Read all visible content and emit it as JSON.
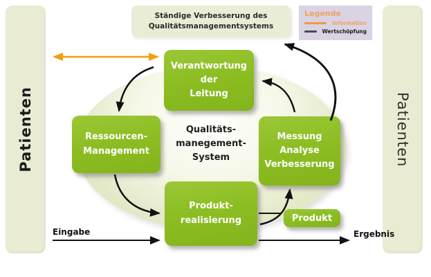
{
  "diagram": {
    "title_box": {
      "label": "Ständige Verbesserung des\nQualitätsmanagementsystems"
    },
    "left_bar": {
      "label": "Patienten"
    },
    "right_bar": {
      "label": "Patienten"
    },
    "legend": {
      "title": "Legende",
      "items": [
        {
          "label": "Information",
          "color": "#f29b38"
        },
        {
          "label": "Wertschöpfung",
          "color": "#4a4a55"
        }
      ]
    },
    "boxes": {
      "verantwortung": "Verantwortung\nder\nLeitung",
      "ressourcen": "Ressourcen-\nManagement",
      "messung": "Messung\nAnalyse\nVerbesserung",
      "produktrealisierung": "Produkt-\nrealisierung",
      "produkt": "Produkt"
    },
    "center_label": "Qualitäts-\nmanegement-\nSystem",
    "flow_labels": {
      "input": "Eingabe",
      "output": "Ergebnis"
    },
    "colors": {
      "box_green": "#8cbe23",
      "panel_green": "#e9ecd3",
      "ellipse_green": "#e3e8c7",
      "legend_bg": "#d9d3e3",
      "orange_arrow": "#f59e0b",
      "black_arrow": "#111111"
    }
  }
}
